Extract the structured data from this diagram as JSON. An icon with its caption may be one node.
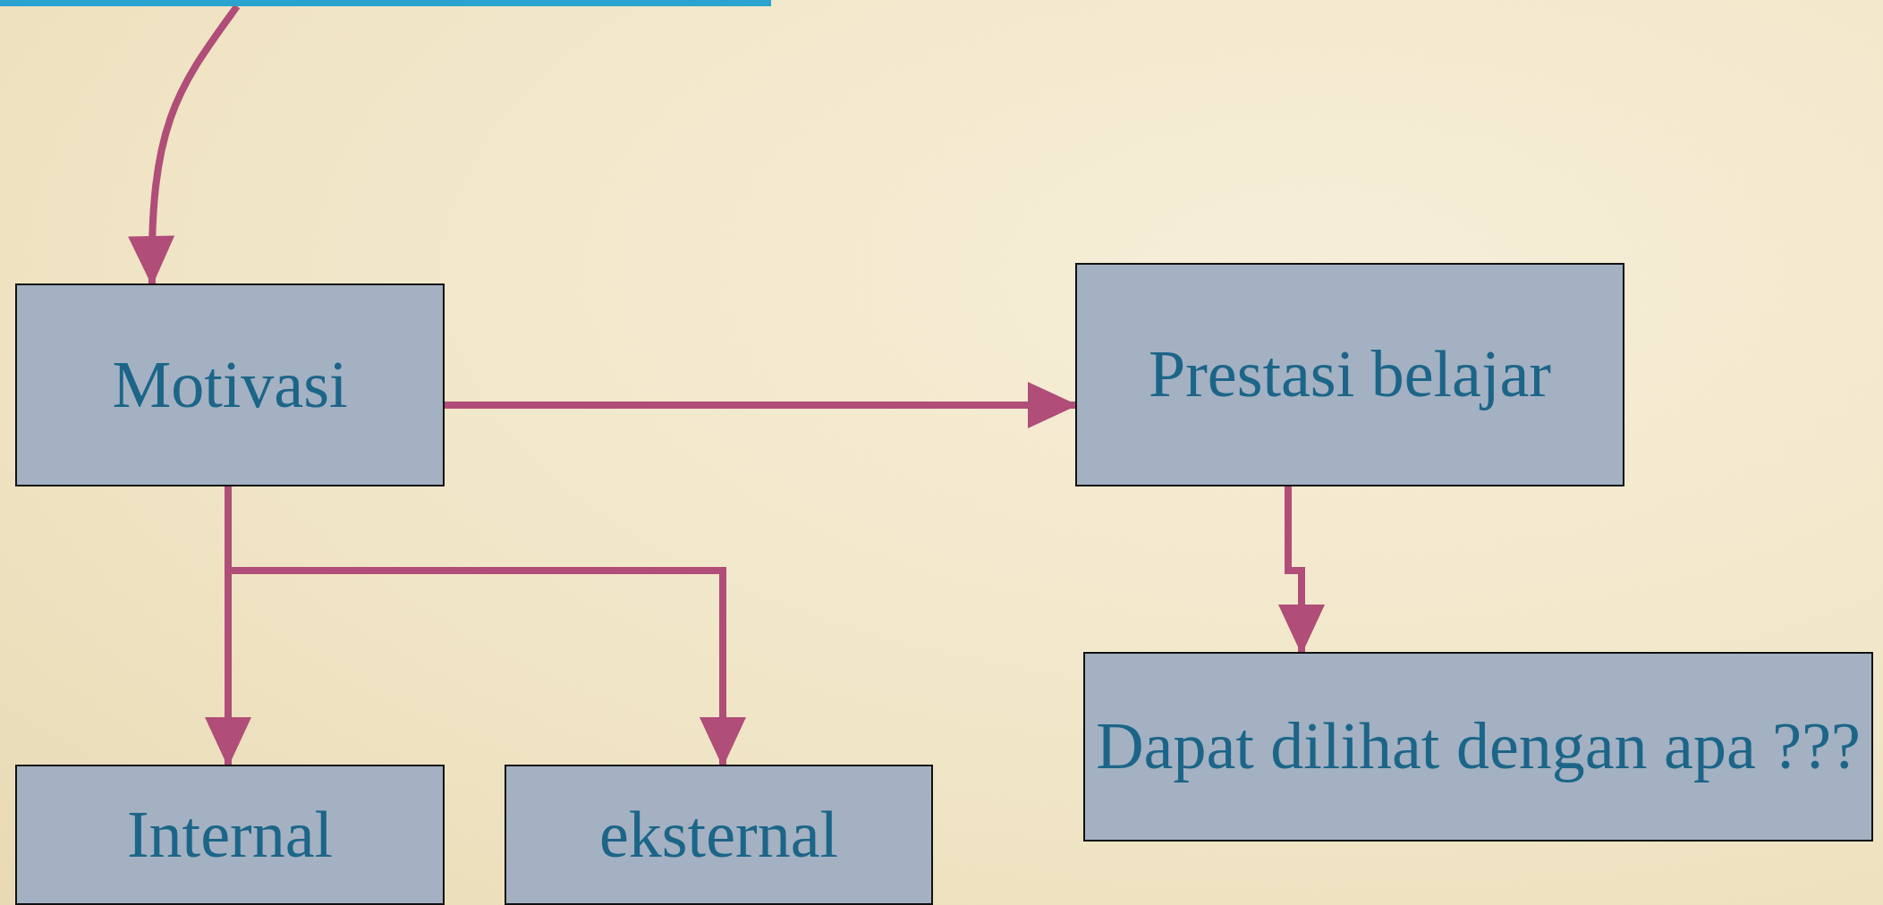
{
  "diagram": {
    "nodes": [
      {
        "text": [],
        "shape": "bar"
      },
      {
        "text": [
          "Motivasi"
        ]
      },
      {
        "text": [
          "Prestasi belajar"
        ]
      },
      {
        "text": [
          "Internal"
        ]
      },
      {
        "text": [
          "eksternal"
        ]
      },
      {
        "text": [
          "Dapat dilihat dengan apa ???"
        ]
      }
    ],
    "edges": [
      {
        "from": 0,
        "to": 1,
        "arrow": "to"
      },
      {
        "from": 1,
        "to": 2,
        "arrow": "to"
      },
      {
        "from": 1,
        "to": 3,
        "arrow": "to"
      },
      {
        "from": 1,
        "to": 4,
        "arrow": "to"
      },
      {
        "from": 2,
        "to": 5,
        "arrow": "to"
      }
    ]
  }
}
